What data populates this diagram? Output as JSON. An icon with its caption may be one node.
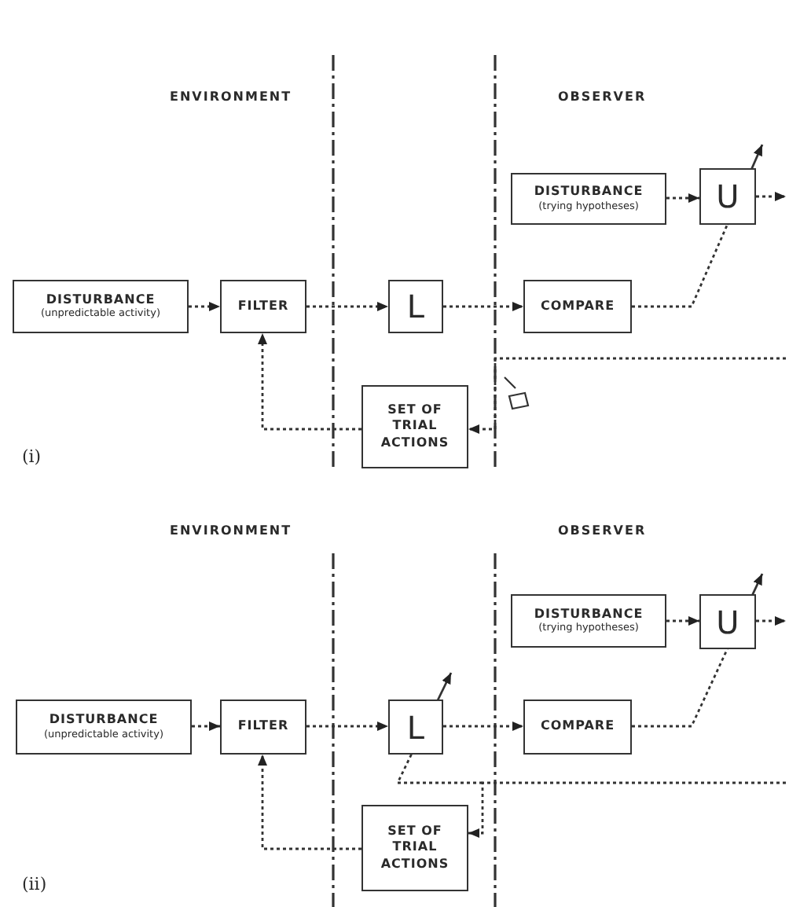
{
  "diagram": {
    "nodes": [
      {
        "text": [
          "DISTURBANCE",
          "(trying hypotheses)"
        ]
      },
      {
        "text": [
          "U"
        ]
      },
      {
        "text": [
          "DISTURBANCE",
          "(unpredictable activity)"
        ]
      },
      {
        "text": [
          "FILTER"
        ]
      },
      {
        "text": [
          "L"
        ]
      },
      {
        "text": [
          "COMPARE"
        ]
      },
      {
        "text": [
          "SET OF TRIAL ACTIONS"
        ]
      },
      {
        "text": [
          "DISTURBANCE",
          "(trying hypotheses)"
        ]
      },
      {
        "text": [
          "U"
        ]
      },
      {
        "text": [
          "DISTURBANCE",
          "(unpredictable activity)"
        ]
      },
      {
        "text": [
          "FILTER"
        ]
      },
      {
        "text": [
          "L"
        ]
      },
      {
        "text": [
          "COMPARE"
        ]
      },
      {
        "text": [
          "SET OF TRIAL ACTIONS"
        ]
      }
    ],
    "edges": [
      {
        "from": 2,
        "to": 3,
        "arrow": "to"
      },
      {
        "from": 3,
        "to": 4,
        "arrow": "to"
      },
      {
        "from": 4,
        "to": 5,
        "arrow": "to"
      },
      {
        "from": 5,
        "to": 1,
        "arrow": "none"
      },
      {
        "from": 0,
        "to": 1,
        "arrow": "to"
      },
      {
        "from": 1,
        "to": null,
        "arrow": "to"
      },
      {
        "from": null,
        "to": 6,
        "arrow": "to"
      },
      {
        "from": 6,
        "to": 3,
        "arrow": "to"
      },
      {
        "from": 9,
        "to": 10,
        "arrow": "to"
      },
      {
        "from": 10,
        "to": 11,
        "arrow": "to"
      },
      {
        "from": 11,
        "to": 12,
        "arrow": "to"
      },
      {
        "from": 12,
        "to": 8,
        "arrow": "none"
      },
      {
        "from": 7,
        "to": 8,
        "arrow": "to"
      },
      {
        "from": 8,
        "to": null,
        "arrow": "to"
      },
      {
        "from": null,
        "to": 13,
        "arrow": "to"
      },
      {
        "from": 13,
        "to": 10,
        "arrow": "to"
      },
      {
        "from": null,
        "to": 11,
        "arrow": "none"
      }
    ],
    "labels": [
      "ENVIRONMENT",
      "OBSERVER",
      "(i)",
      "ENVIRONMENT",
      "OBSERVER",
      "(ii)"
    ]
  }
}
